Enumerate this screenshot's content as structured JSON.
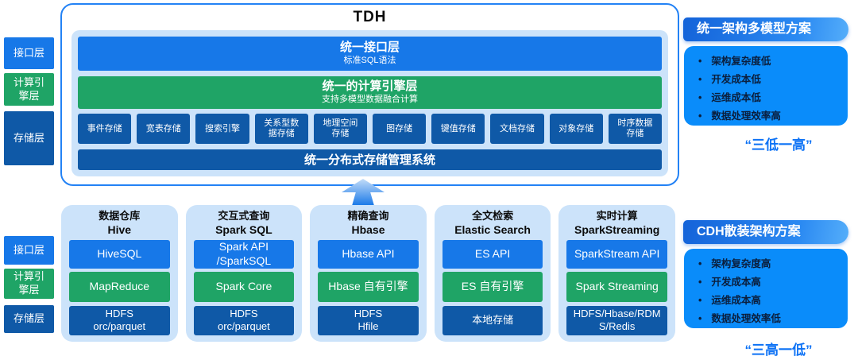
{
  "colors": {
    "blue": "#1778e8",
    "green": "#1fa466",
    "dark_blue": "#0f59a7",
    "panel_light": "#cce3fa",
    "bright_blue": "#0a8cfa",
    "quote_blue": "#0d72f5",
    "pill_grad_start": "#1463d9",
    "pill_grad_end": "#55aefa",
    "border_blue": "#2382f5",
    "bullet_text": "#0b1e3c"
  },
  "side_labels": {
    "interface": "接口层",
    "compute": "计算引\n擎层",
    "storage": "存储层"
  },
  "tdh": {
    "title": "TDH",
    "interface_layer": {
      "title": "统一接口层",
      "subtitle": "标准SQL语法"
    },
    "compute_layer": {
      "title": "统一的计算引擎层",
      "subtitle": "支持多模型数据融合计算"
    },
    "storage_boxes": [
      "事件存储",
      "宽表存储",
      "搜索引擎",
      "关系型数\n据存储",
      "地理空间\n存储",
      "图存储",
      "键值存储",
      "文档存储",
      "对象存储",
      "时序数据\n存储"
    ],
    "storage_bar": "统一分布式存储管理系统"
  },
  "columns": [
    {
      "category": "数据仓库",
      "name": "Hive",
      "interface": "HiveSQL",
      "engine": "MapReduce",
      "storage": "HDFS\norc/parquet"
    },
    {
      "category": "交互式查询",
      "name": "Spark SQL",
      "interface": "Spark API\n/SparkSQL",
      "engine": "Spark Core",
      "storage": "HDFS\norc/parquet"
    },
    {
      "category": "精确查询",
      "name": "Hbase",
      "interface": "Hbase API",
      "engine": "Hbase 自有引擎",
      "storage": "HDFS\nHfile"
    },
    {
      "category": "全文检索",
      "name": "Elastic Search",
      "interface": "ES API",
      "engine": "ES 自有引擎",
      "storage": "本地存储"
    },
    {
      "category": "实时计算",
      "name": "SparkStreaming",
      "interface": "SparkStream API",
      "engine": "Spark Streaming",
      "storage": "HDFS/Hbase/RDM\nS/Redis"
    }
  ],
  "right_panels": {
    "tdh": {
      "header": "统一架构多模型方案",
      "bullets": [
        "架构复杂度低",
        "开发成本低",
        "运维成本低",
        "数据处理效率高"
      ],
      "quote": "“三低一高”"
    },
    "cdh": {
      "header": "CDH散装架构方案",
      "bullets": [
        "架构复杂度高",
        "开发成本高",
        "运维成本高",
        "数据处理效率低"
      ],
      "quote": "“三高一低”"
    }
  }
}
